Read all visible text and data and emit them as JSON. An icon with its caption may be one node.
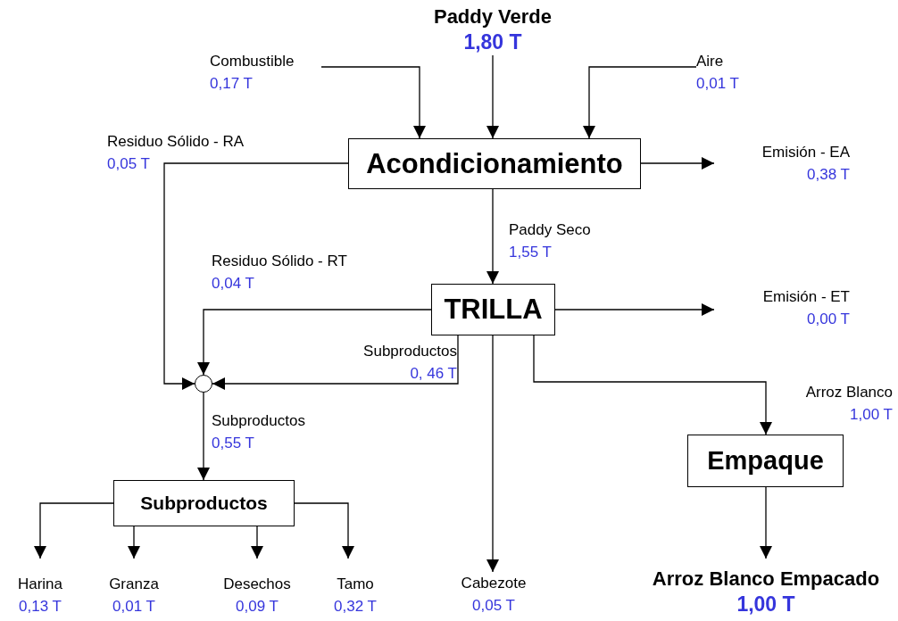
{
  "diagram": {
    "nodes": [
      {
        "text": [
          "Paddy Verde",
          "1,80 T"
        ]
      },
      {
        "text": [
          "Combustible",
          "0,17 T"
        ]
      },
      {
        "text": [
          "Aire",
          "0,01 T"
        ]
      },
      {
        "text": [
          "Acondicionamiento"
        ]
      },
      {
        "text": [
          "Emisión - EA",
          "0,38 T"
        ]
      },
      {
        "text": [
          "TRILLA"
        ]
      },
      {
        "text": [
          "Emisión - ET",
          "0,00 T"
        ]
      },
      {
        "text": [],
        "shape": "circle"
      },
      {
        "text": [
          "Subproductos"
        ]
      },
      {
        "text": [
          "Empaque"
        ]
      },
      {
        "text": [
          "Harina",
          "0,13 T"
        ]
      },
      {
        "text": [
          "Granza",
          "0,01 T"
        ]
      },
      {
        "text": [
          "Desechos",
          "0,09 T"
        ]
      },
      {
        "text": [
          "Tamo",
          "0,32 T"
        ]
      },
      {
        "text": [
          "Cabezote",
          "0,05 T"
        ]
      },
      {
        "text": [
          "Arroz Blanco Empacado",
          "1,00 T"
        ]
      }
    ],
    "edges": [
      {
        "from": 1,
        "to": 3,
        "arrow": "to"
      },
      {
        "from": 0,
        "to": 3,
        "arrow": "to"
      },
      {
        "from": 2,
        "to": 3,
        "arrow": "to"
      },
      {
        "from": 3,
        "to": 4,
        "arrow": "to"
      },
      {
        "from": 3,
        "to": 7,
        "arrow": "to"
      },
      {
        "from": 3,
        "to": 5,
        "arrow": "to"
      },
      {
        "from": 5,
        "to": 6,
        "arrow": "to"
      },
      {
        "from": 5,
        "to": 7,
        "arrow": "to"
      },
      {
        "from": 5,
        "to": 7,
        "arrow": "to"
      },
      {
        "from": 5,
        "to": 14,
        "arrow": "to"
      },
      {
        "from": 5,
        "to": 9,
        "arrow": "to"
      },
      {
        "from": 7,
        "to": 8,
        "arrow": "to"
      },
      {
        "from": 8,
        "to": 10,
        "arrow": "to"
      },
      {
        "from": 8,
        "to": 11,
        "arrow": "to"
      },
      {
        "from": 8,
        "to": 12,
        "arrow": "to"
      },
      {
        "from": 8,
        "to": 13,
        "arrow": "to"
      },
      {
        "from": 9,
        "to": 15,
        "arrow": "to"
      }
    ],
    "labels": [
      "Residuo Sólido - RA",
      "0,05 T",
      "Paddy Seco",
      "1,55 T",
      "Residuo Sólido - RT",
      "0,04 T",
      "Subproductos",
      "0, 46 T",
      "Arroz Blanco",
      "1,00 T",
      "Subproductos",
      "0,55 T"
    ]
  }
}
